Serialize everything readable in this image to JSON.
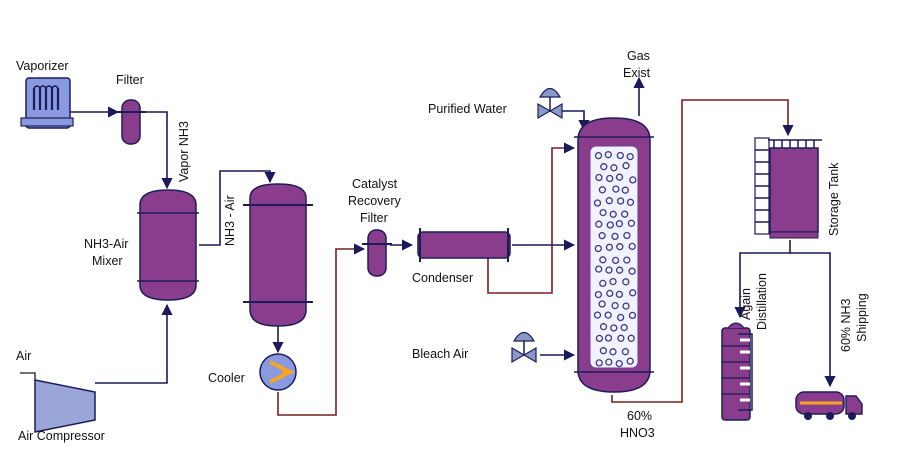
{
  "colors": {
    "vessel": "#8a3d8c",
    "vessel_outline": "#1c1c5a",
    "pipe": "#7a1f1f",
    "flow_arrow": "#1a1a5a",
    "valve": "#8a9ac8",
    "compressor": "#9aa5d8",
    "vaporizer": "#8a9ae0",
    "hot_orange": "#f5a623"
  },
  "labels": {
    "vaporizer": "Vaporizer",
    "filter": "Filter",
    "vapor_nh3": "Vapor NH3",
    "nh3_air": "NH3 - Air",
    "mixer_line1": "NH3-Air",
    "mixer_line2": "Mixer",
    "air": "Air",
    "air_compressor": "Air Compressor",
    "cooler": "Cooler",
    "catalyst_line1": "Catalyst",
    "catalyst_line2": "Recovery",
    "catalyst_line3": "Filter",
    "condenser": "Condenser",
    "purified_water": "Purified Water",
    "bleach_air": "Bleach Air",
    "gas_line1": "Gas",
    "gas_line2": "Exist",
    "product_line1": "60%",
    "product_line2": "HNO3",
    "storage_tank": "Storage Tank",
    "again_line1": "Again",
    "again_line2": "Distillation",
    "shipping_line1": "60% NH3",
    "shipping_line2": "Shipping"
  },
  "icons": [
    "vaporizer-icon",
    "filter-icon",
    "mixer-vessel-icon",
    "reactor-vessel-icon",
    "compressor-icon",
    "heat-exchanger-icon",
    "condenser-icon",
    "absorption-column-icon",
    "valve-icon",
    "storage-tank-icon",
    "distillation-column-icon",
    "tanker-truck-icon"
  ]
}
